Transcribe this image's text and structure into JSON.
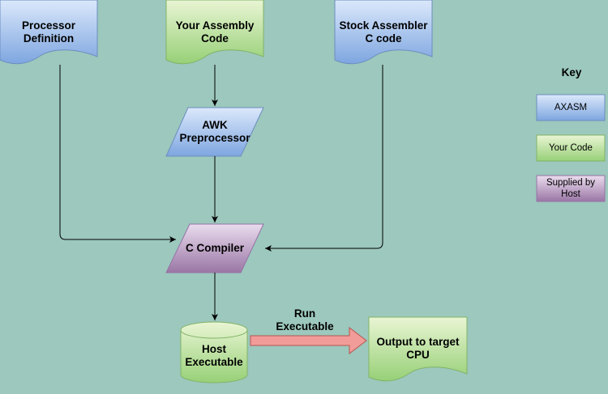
{
  "colors": {
    "background": "#9cc8bd",
    "blue_top": "#dbe8fb",
    "blue_bottom": "#7ea6e0",
    "blue_stroke": "#6c8ebf",
    "green_top": "#e9f5d4",
    "green_bottom": "#97d077",
    "green_stroke": "#82b366",
    "purple_top": "#eadcee",
    "purple_bottom": "#9a76a5",
    "purple_stroke": "#9673a6",
    "arrow_fill": "#f19c99",
    "arrow_stroke": "#b85450"
  },
  "nodes": {
    "processor_definition": "Processor\nDefinition",
    "your_assembly_code": "Your Assembly\nCode",
    "stock_assembler": "Stock Assembler\nC code",
    "awk_preprocessor": "AWK\nPreprocessor",
    "c_compiler": "C Compiler",
    "host_executable": "Host\nExecutable",
    "output_target": "Output to  target\nCPU"
  },
  "run_executable_label": "Run\nExecutable",
  "key": {
    "title": "Key",
    "axasm": "AXASM",
    "your_code": "Your Code",
    "supplied_by_host": "Supplied by\nHost"
  }
}
